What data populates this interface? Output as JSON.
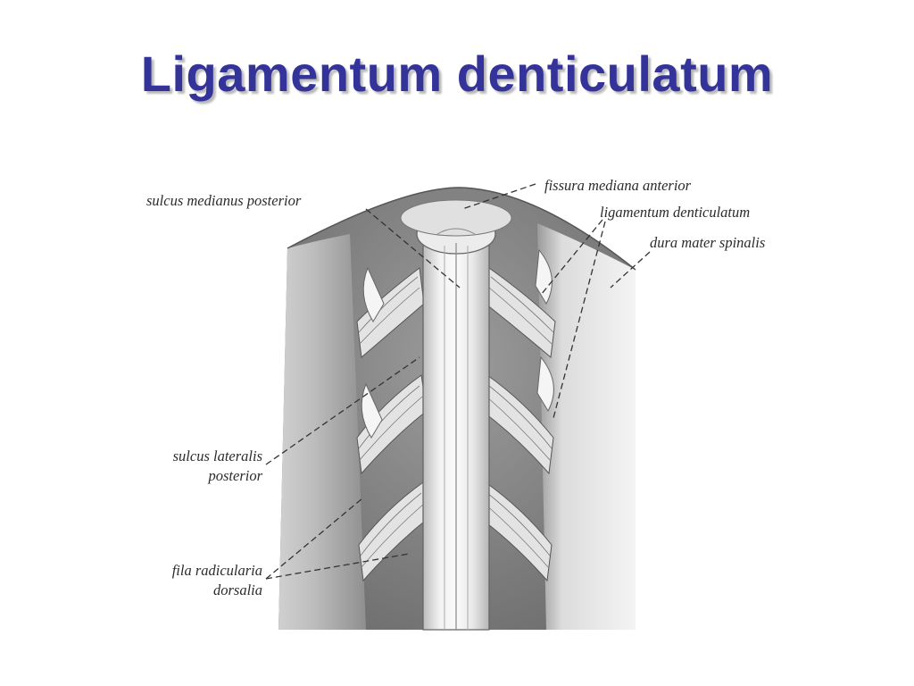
{
  "slide": {
    "title": "Ligamentum denticulatum"
  },
  "figure": {
    "labels": {
      "sulcus_medianus_posterior": "sulcus medianus posterior",
      "fissura_mediana_anterior": "fissura mediana anterior",
      "ligamentum_denticulatum": "ligamentum denticulatum",
      "dura_mater_spinalis": "dura mater spinalis",
      "sulcus_lateralis_line1": "sulcus lateralis",
      "sulcus_lateralis_line2": "posterior",
      "fila_radicularia_line1": "fila radicularia",
      "fila_radicularia_line2": "dorsalia"
    }
  }
}
